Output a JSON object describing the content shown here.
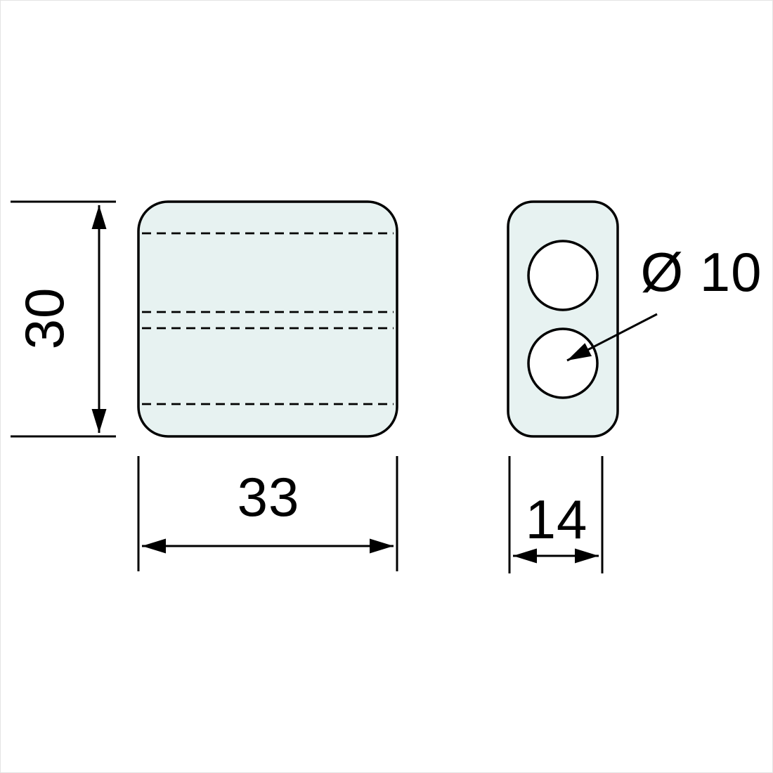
{
  "drawing": {
    "dimensions": {
      "height": "30",
      "width": "33",
      "depth": "14",
      "hole_diameter": "Ø 10"
    },
    "colors": {
      "part_fill": "#e7f2f1",
      "line": "#000000",
      "hole_fill": "#ffffff"
    }
  }
}
